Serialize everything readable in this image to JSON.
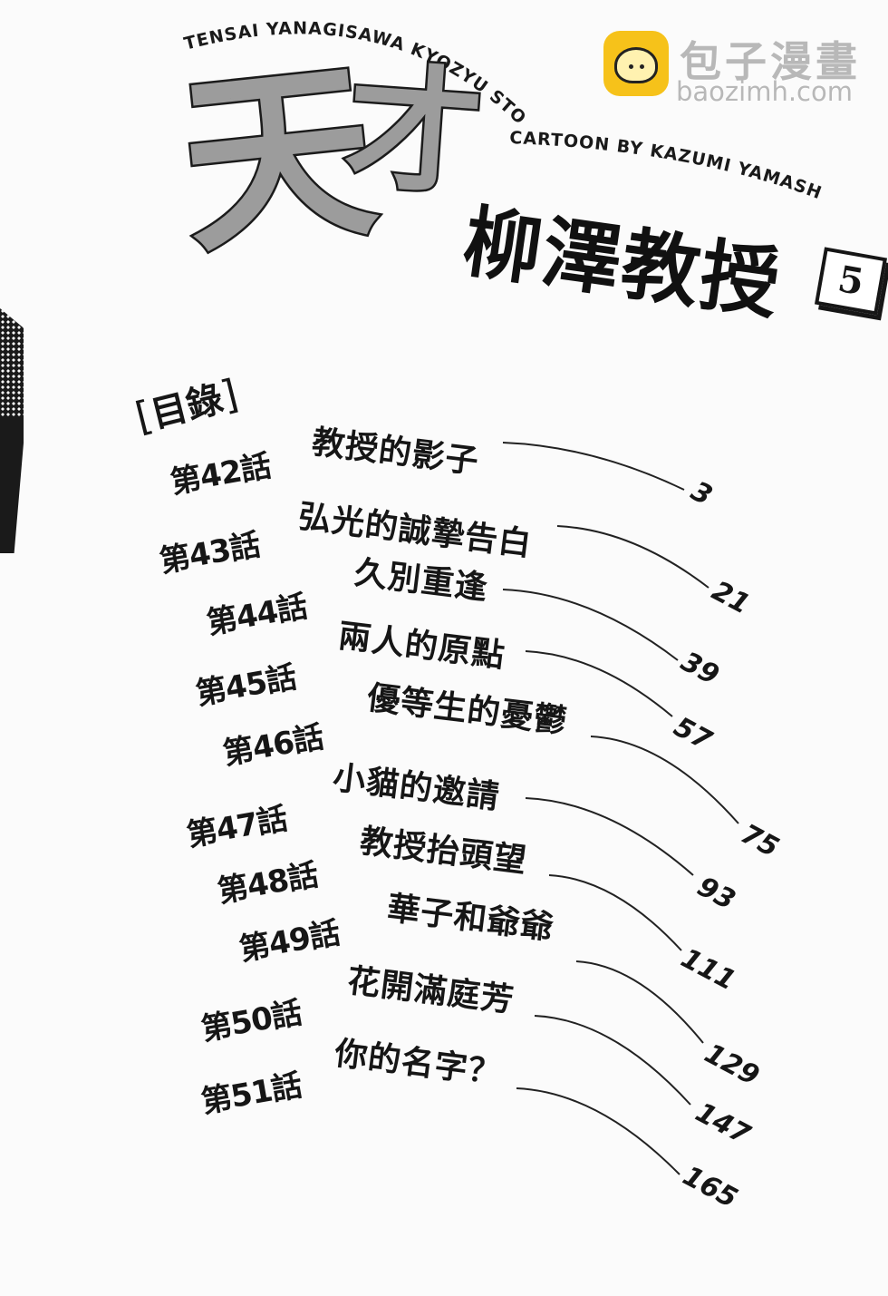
{
  "header": {
    "series_en_arc1": "TENSAI YANAGISAWA KYOZYU STORY &",
    "series_en_arc2": "CARTOON BY KAZUMI YAMASHITA",
    "title_big_1": "天",
    "title_big_2": "才",
    "title_sub": "柳澤教授",
    "volume": "5"
  },
  "watermark": {
    "name": "包子漫畫",
    "url": "baozimh.com",
    "icon": "bun-logo-icon"
  },
  "toc": {
    "heading": "目錄",
    "chapters": [
      {
        "num": "第42話",
        "title": "教授的影子",
        "page": "3"
      },
      {
        "num": "第43話",
        "title": "弘光的誠摯告白",
        "page": "21"
      },
      {
        "num": "第44話",
        "title": "久別重逢",
        "page": "39"
      },
      {
        "num": "第45話",
        "title": "兩人的原點",
        "page": "57"
      },
      {
        "num": "第46話",
        "title": "優等生的憂鬱",
        "page": "75"
      },
      {
        "num": "第47話",
        "title": "小貓的邀請",
        "page": "93"
      },
      {
        "num": "第48話",
        "title": "教授抬頭望",
        "page": "111"
      },
      {
        "num": "第49話",
        "title": "華子和爺爺",
        "page": "129"
      },
      {
        "num": "第50話",
        "title": "花開滿庭芳",
        "page": "147"
      },
      {
        "num": "第51話",
        "title": "你的名字？",
        "page": "165"
      }
    ]
  }
}
